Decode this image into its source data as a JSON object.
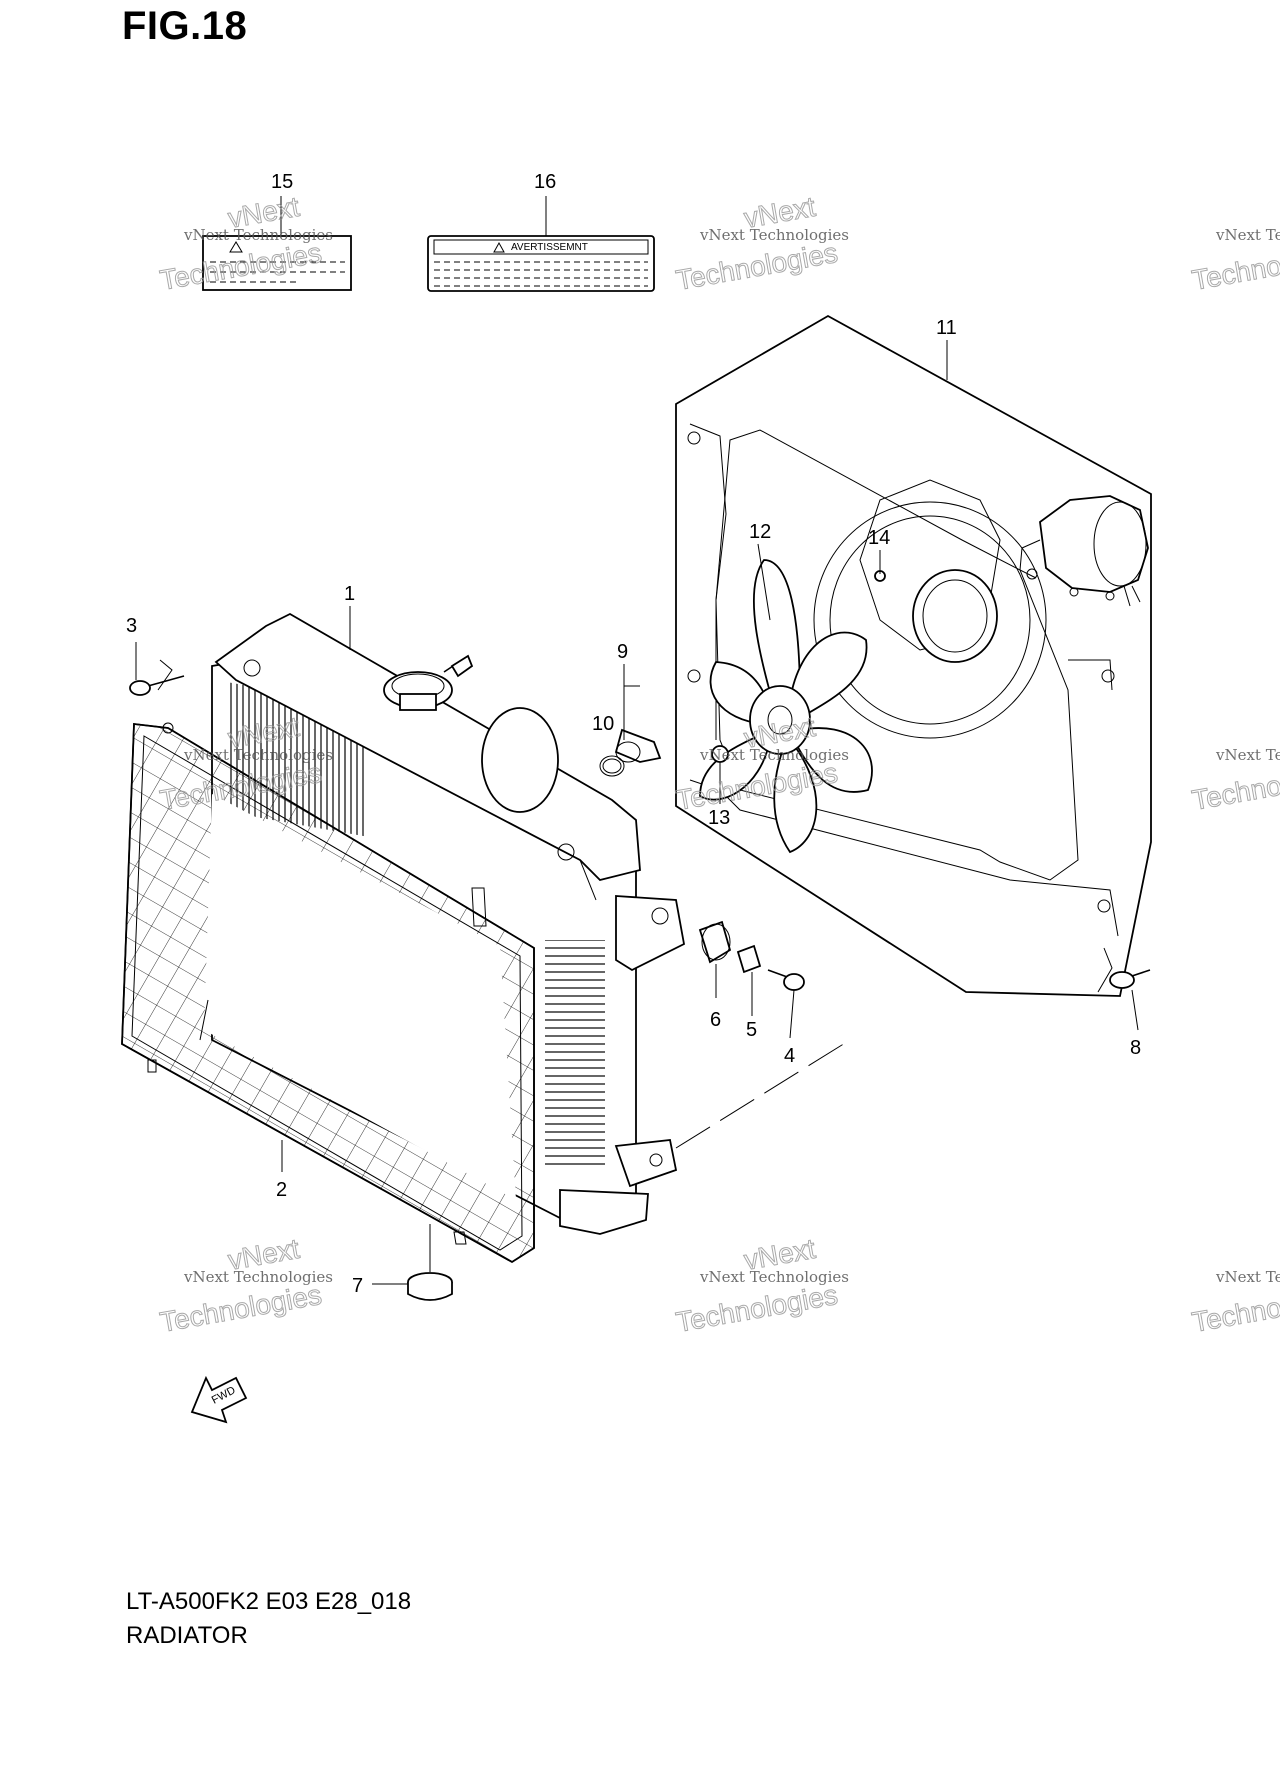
{
  "figure": {
    "title": "FIG.18",
    "model_code": "LT-A500FK2 E03 E28_018",
    "section_name": "RADIATOR"
  },
  "labels": {
    "warning_label_text": "AVERTISSEMNT",
    "fwd_arrow_text": "FWD"
  },
  "callouts": [
    "1",
    "2",
    "3",
    "4",
    "5",
    "6",
    "7",
    "8",
    "9",
    "10",
    "11",
    "12",
    "13",
    "14",
    "15",
    "16"
  ],
  "watermark": {
    "line1": "vNext Technologies",
    "line2": "vNext",
    "line3": "Technologies"
  }
}
